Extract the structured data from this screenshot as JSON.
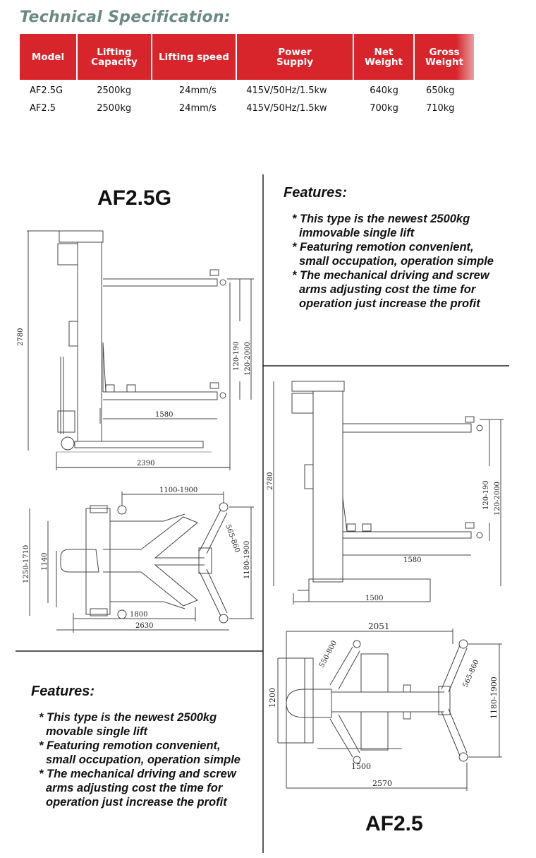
{
  "title": "Technical Specification:",
  "table": {
    "headers": [
      "Model",
      "Lifting Capacity",
      "Lifting speed",
      "Power Supply",
      "Net Weight",
      "Gross Weight"
    ],
    "rows": [
      [
        "AF2.5G",
        "2500kg",
        "24mm/s",
        "415V/50Hz/1.5kw",
        "640kg",
        "650kg"
      ],
      [
        "AF2.5",
        "2500kg",
        "24mm/s",
        "415V/50Hz/1.5kw",
        "700kg",
        "710kg"
      ]
    ]
  },
  "af25g": {
    "label": "AF2.5G",
    "side_dims": {
      "height": "2780",
      "lift_range": "120-2000",
      "pad_range": "120-190",
      "arm_reach": "1580",
      "base_length": "2390"
    },
    "top_dims": {
      "arm_span": "1100-1900",
      "width_outer": "1250-1710",
      "width_inner": "1140",
      "arm_len": "565-860",
      "arm_spread": "1180-1900",
      "base": "1800",
      "overall": "2630"
    }
  },
  "af25": {
    "label": "AF2.5",
    "side_dims": {
      "height": "2780",
      "lift_range": "120-2000",
      "pad_range": "120-190",
      "arm_reach": "1580",
      "base_length": "1500"
    },
    "top_dims": {
      "overall_width": "2051",
      "front_arm": "550-800",
      "rear_arm": "565-860",
      "width": "1200",
      "spread": "1180-1900",
      "base": "1500",
      "overall": "2570"
    }
  },
  "features_right": {
    "title": "Features:",
    "items": [
      "* This type is the newest 2500kg immovable single lift",
      "* Featuring remotion convenient, small occupation, operation simple",
      "* The mechanical driving and screw arms adjusting cost the time for operation just increase the profit"
    ]
  },
  "features_left": {
    "title": "Features:",
    "items": [
      "* This type is the newest 2500kg movable single lift",
      "* Featuring remotion convenient, small occupation, operation simple",
      "* The mechanical driving and screw arms adjusting cost the time for operation just increase the profit"
    ]
  },
  "colors": {
    "header_red": "#d8252b",
    "title_teal": "#6b8a84"
  }
}
